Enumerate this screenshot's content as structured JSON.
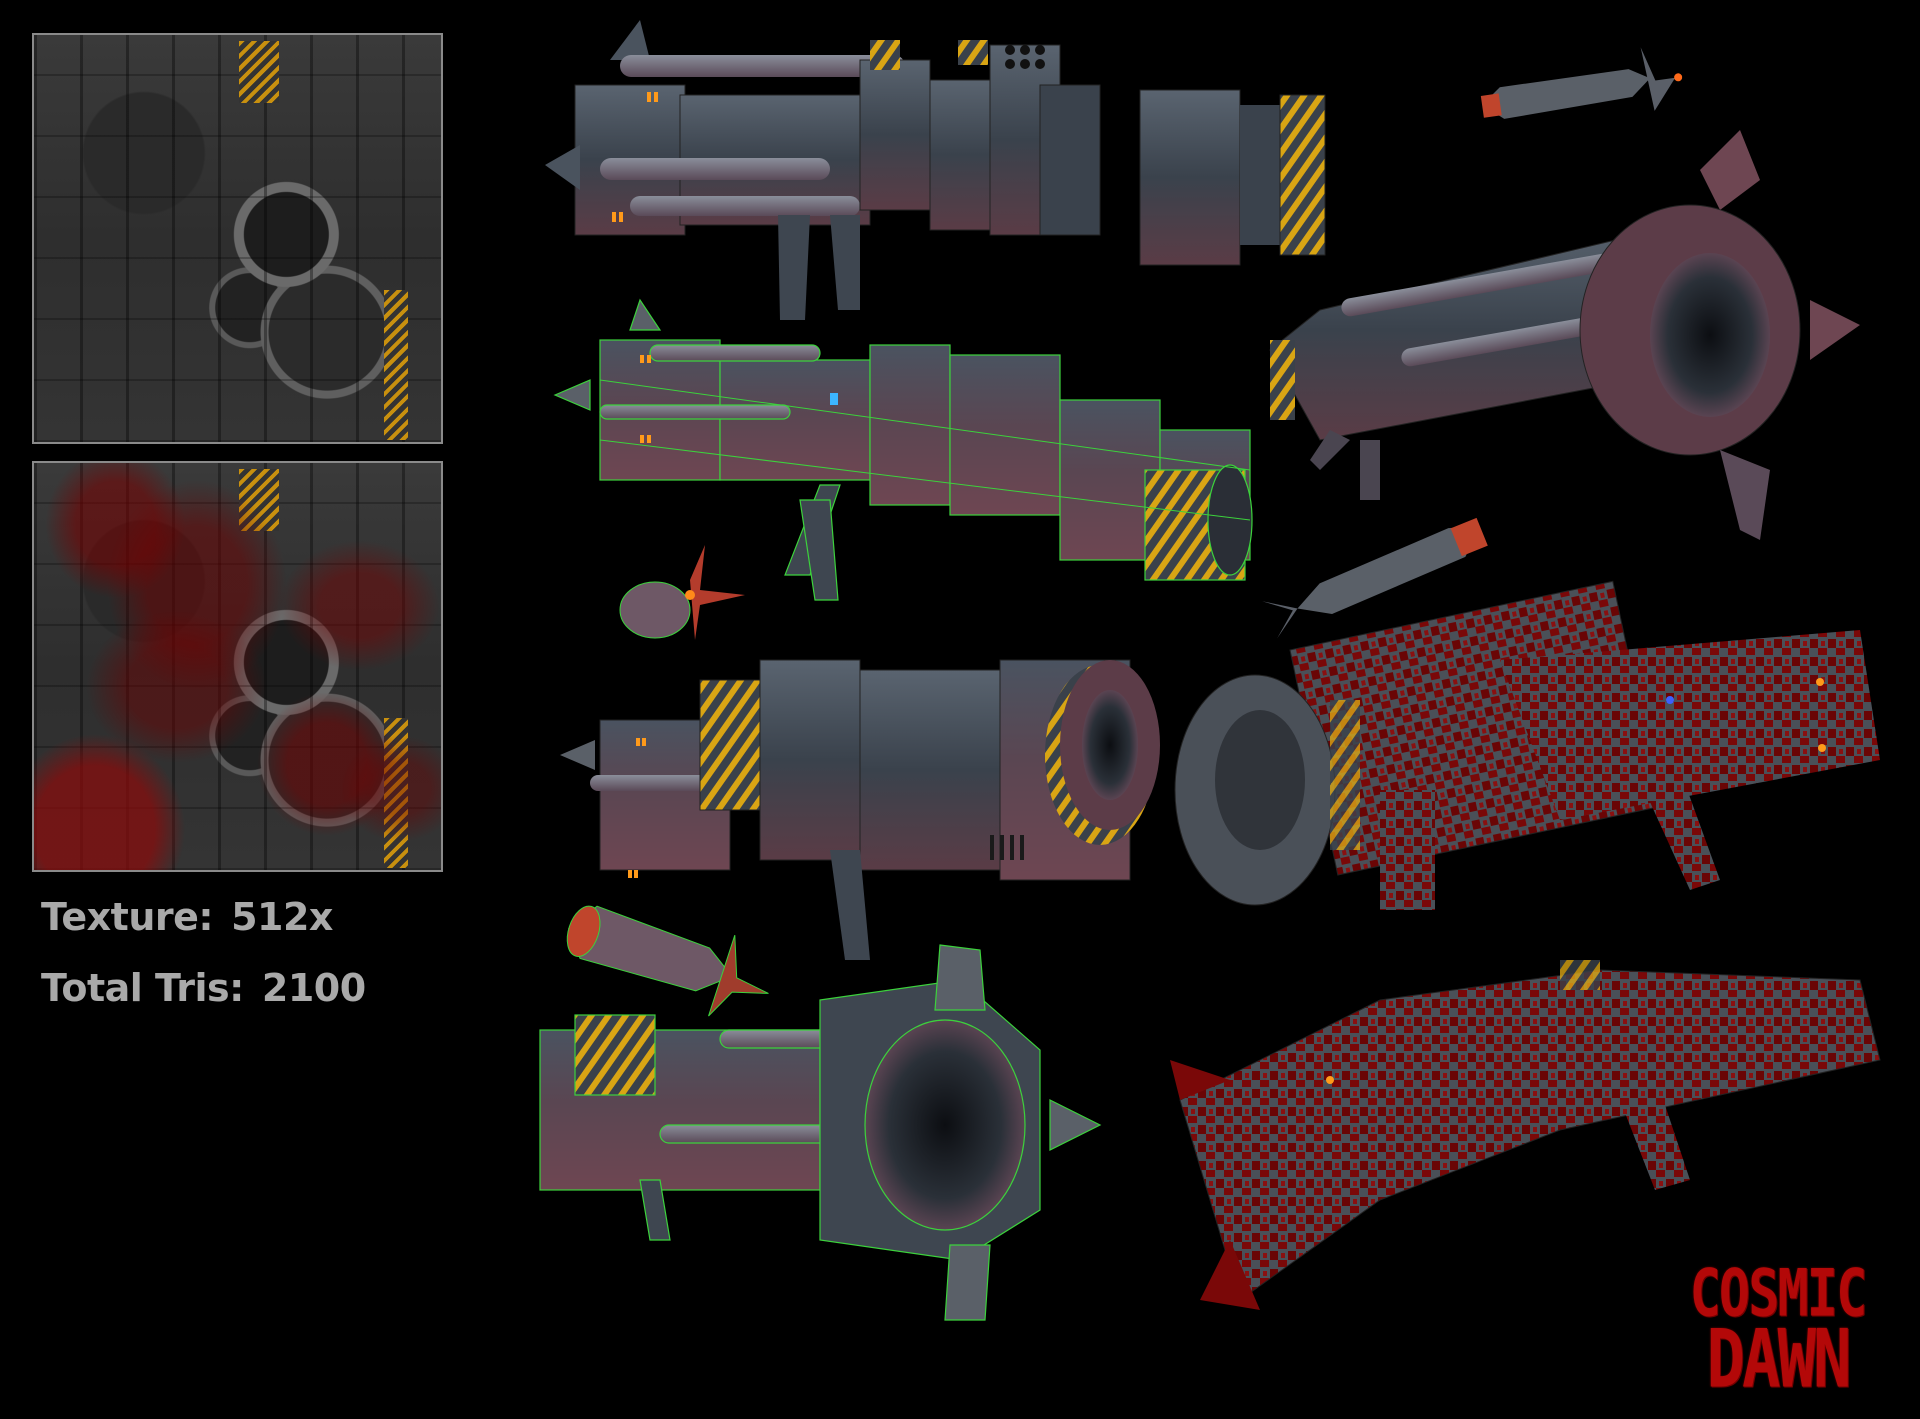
{
  "texture_panels": [
    {
      "label": "diffuse-texture-clean",
      "variant": "clean"
    },
    {
      "label": "diffuse-texture-bloody",
      "variant": "bloody"
    }
  ],
  "stats": {
    "texture_label": "Texture:",
    "texture_value": "512x",
    "tris_label": "Total Tris:",
    "tris_value": "2100"
  },
  "logo": {
    "line1": "COSMIC",
    "line2": "DAWN",
    "color": "#b30808"
  },
  "renders": [
    {
      "name": "launcher-side-view",
      "style": "textured"
    },
    {
      "name": "rocket-projectile-top-right",
      "style": "textured"
    },
    {
      "name": "launcher-front-three-quarter",
      "style": "textured"
    },
    {
      "name": "launcher-wireframe-side",
      "style": "wireframe"
    },
    {
      "name": "rocket-small-wireframe",
      "style": "textured-wireframe"
    },
    {
      "name": "rocket-projectile-mid-right",
      "style": "textured"
    },
    {
      "name": "launcher-rear-three-quarter",
      "style": "textured"
    },
    {
      "name": "launcher-bloody-front",
      "style": "bloody"
    },
    {
      "name": "rocket-wireframe-left",
      "style": "wireframe"
    },
    {
      "name": "launcher-wireframe-front",
      "style": "wireframe"
    },
    {
      "name": "launcher-bloody-rear",
      "style": "bloody"
    }
  ],
  "colors": {
    "background": "#000000",
    "metal": "#3c4550",
    "metal_light": "#6b7480",
    "rust_pink": "#6e4652",
    "hazard_yellow": "#d9a514",
    "glow_orange": "#ff9a1a",
    "wire_green": "#3cd23c",
    "blood": "#7a0808",
    "stats_text": "#a9a9a9"
  }
}
